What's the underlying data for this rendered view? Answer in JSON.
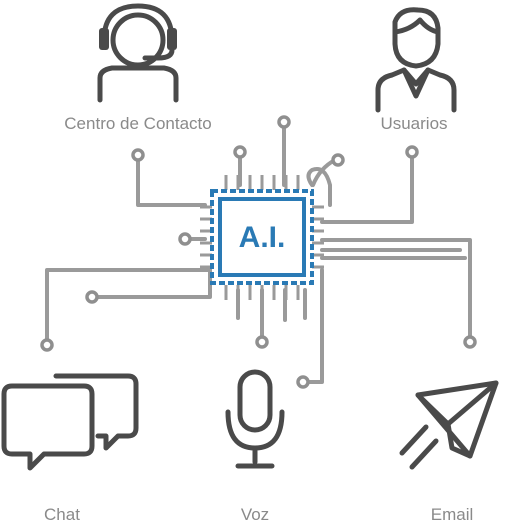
{
  "chip": {
    "label": "A.I."
  },
  "nodes": {
    "contact_center": {
      "label": "Centro de Contacto",
      "icon": "headset-agent-icon"
    },
    "users": {
      "label": "Usuarios",
      "icon": "user-icon"
    },
    "chat": {
      "label": "Chat",
      "icon": "chat-bubbles-icon"
    },
    "voice": {
      "label": "Voz",
      "icon": "microphone-icon"
    },
    "email": {
      "label": "Email",
      "icon": "paper-plane-icon"
    }
  },
  "colors": {
    "chip_border": "#2a7ab5",
    "chip_text": "#2a7ab5",
    "trace": "#9a9a9a",
    "icon": "#4a4a4a",
    "label": "#8a8a8a"
  }
}
